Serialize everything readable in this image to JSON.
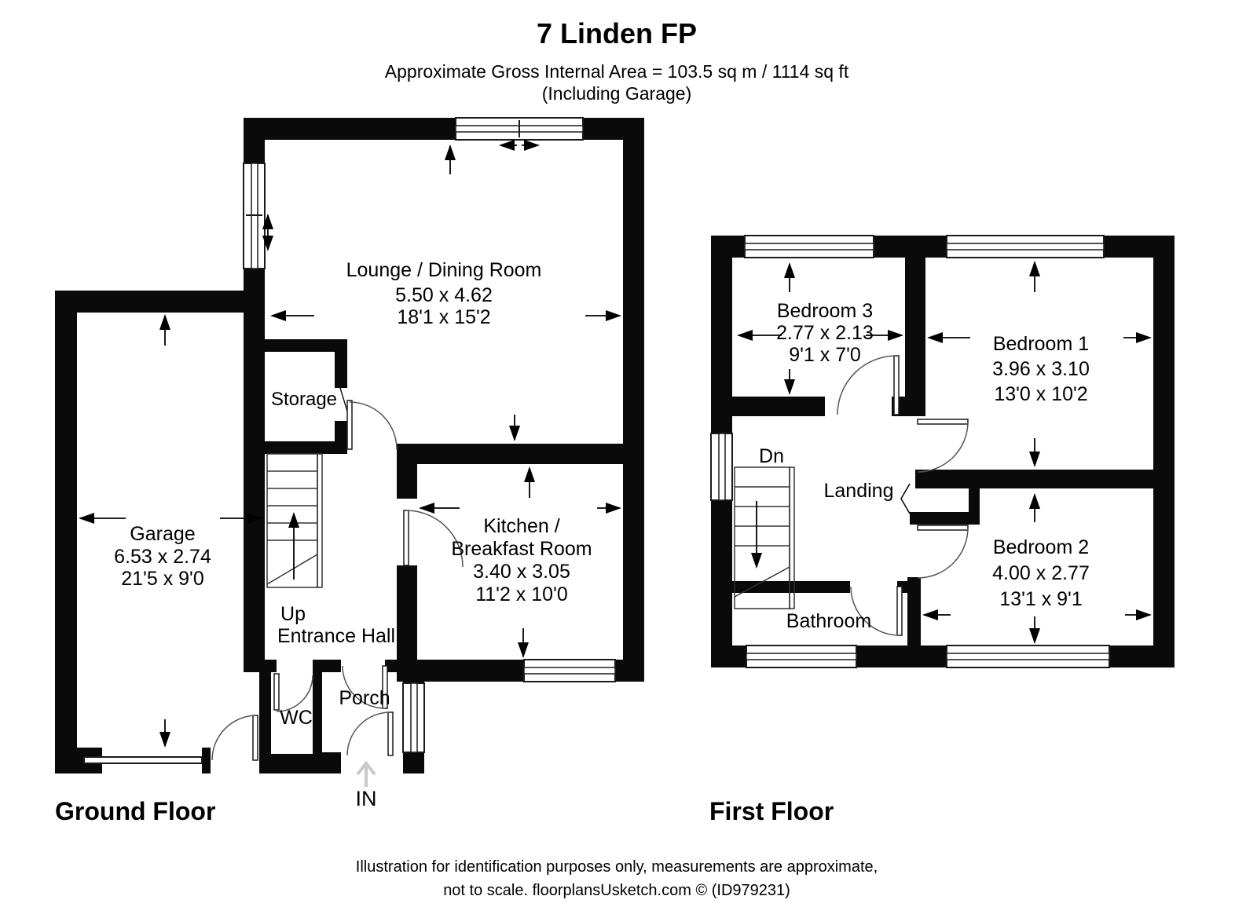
{
  "header": {
    "title": "7 Linden FP",
    "area_line": "Approximate Gross Internal Area = 103.5 sq m / 1114 sq ft",
    "area_line2": "(Including Garage)"
  },
  "ground_floor": {
    "floor_label": "Ground Floor",
    "lounge": {
      "name": "Lounge / Dining Room",
      "metric": "5.50 x 4.62",
      "imperial": "18'1 x 15'2"
    },
    "storage": {
      "name": "Storage"
    },
    "garage": {
      "name": "Garage",
      "metric": "6.53 x 2.74",
      "imperial": "21'5 x 9'0"
    },
    "kitchen": {
      "name_line1": "Kitchen /",
      "name_line2": "Breakfast Room",
      "metric": "3.40 x 3.05",
      "imperial": "11'2 x 10'0"
    },
    "stairs": {
      "label": "Up"
    },
    "entrance_hall": {
      "name": "Entrance Hall"
    },
    "wc": {
      "name": "WC"
    },
    "porch": {
      "name": "Porch"
    },
    "entrance": {
      "label": "IN"
    }
  },
  "first_floor": {
    "floor_label": "First Floor",
    "bedroom3": {
      "name": "Bedroom 3",
      "metric": "2.77 x 2.13",
      "imperial": "9'1 x 7'0"
    },
    "bedroom1": {
      "name": "Bedroom 1",
      "metric": "3.96 x 3.10",
      "imperial": "13'0 x 10'2"
    },
    "bedroom2": {
      "name": "Bedroom 2",
      "metric": "4.00 x 2.77",
      "imperial": "13'1 x 9'1"
    },
    "bathroom": {
      "name": "Bathroom"
    },
    "landing": {
      "name": "Landing"
    },
    "stairs": {
      "label": "Dn"
    }
  },
  "footer": {
    "line1": "Illustration for identification purposes only, measurements are approximate,",
    "line2": "not to scale. floorplansUsketch.com © (ID979231)"
  },
  "colors": {
    "wall": "#000000",
    "background": "#ffffff",
    "entry_arrow": "#c9c9c9"
  }
}
